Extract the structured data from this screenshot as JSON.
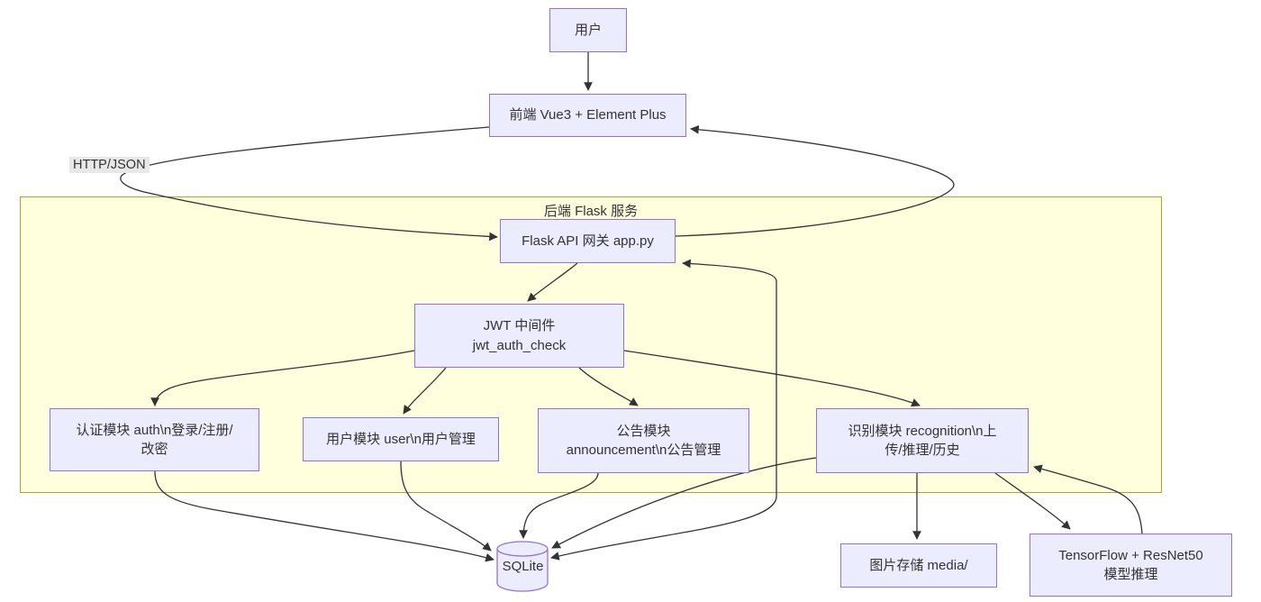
{
  "diagram": {
    "subgraph": {
      "title": "后端 Flask 服务"
    },
    "edge_label": "HTTP/JSON",
    "nodes": {
      "user": {
        "label": "用户"
      },
      "frontend": {
        "label": "前端 Vue3 + Element Plus"
      },
      "gateway": {
        "label": "Flask API 网关 app.py"
      },
      "jwt": {
        "line1": "JWT 中间件",
        "line2": "jwt_auth_check"
      },
      "auth": {
        "label": "认证模块 auth\\n登录/注册/改密"
      },
      "usermod": {
        "label": "用户模块 user\\n用户管理"
      },
      "announce": {
        "label": "公告模块 announcement\\n公告管理"
      },
      "recognition": {
        "label": "识别模块 recognition\\n上传/推理/历史"
      },
      "sqlite": {
        "label": "SQLite"
      },
      "media": {
        "label": "图片存储 media/"
      },
      "tensorflow": {
        "label": "TensorFlow + ResNet50 模型推理"
      }
    },
    "colors": {
      "node_fill": "#ECECFF",
      "node_border": "#9370DB",
      "subgraph_fill": "#FFFFDE",
      "subgraph_border": "#AAAA33",
      "edge": "#333333",
      "edge_label_bg": "#E8E8E8"
    }
  }
}
